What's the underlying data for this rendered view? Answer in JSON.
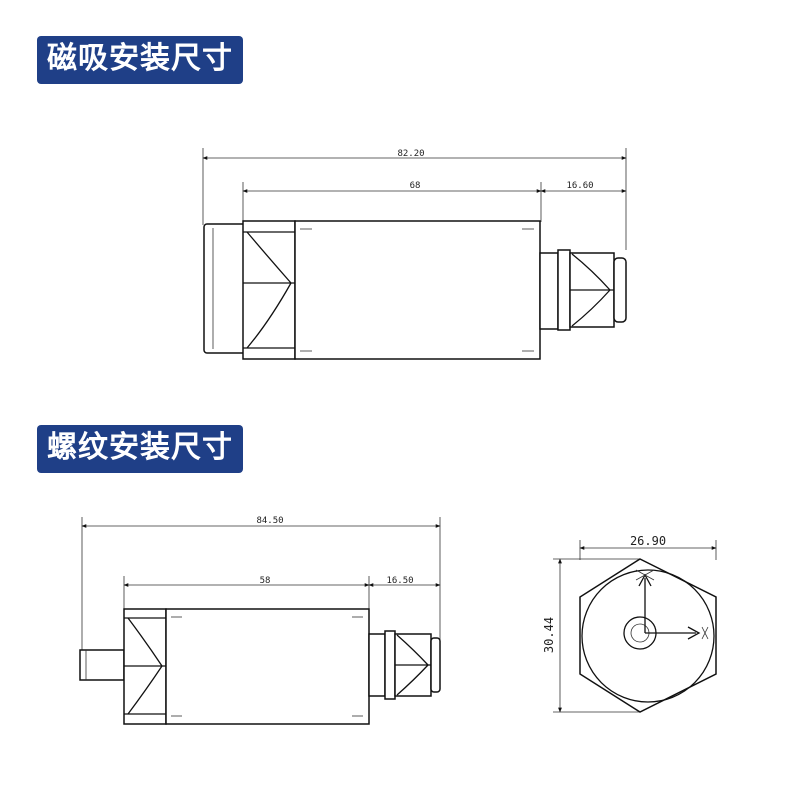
{
  "sections": {
    "magnetic": {
      "title": "磁吸安装尺寸",
      "dims": {
        "total": "82.20",
        "body": "68",
        "connector": "16.60"
      }
    },
    "thread": {
      "title": "螺纹安装尺寸",
      "dims": {
        "total": "84.50",
        "body": "58",
        "connector": "16.50"
      }
    },
    "end_view": {
      "dims": {
        "width": "26.90",
        "height": "30.44"
      }
    }
  },
  "colors": {
    "title_bg": "#1f3f87",
    "title_text": "#ffffff",
    "line": "#111111"
  }
}
